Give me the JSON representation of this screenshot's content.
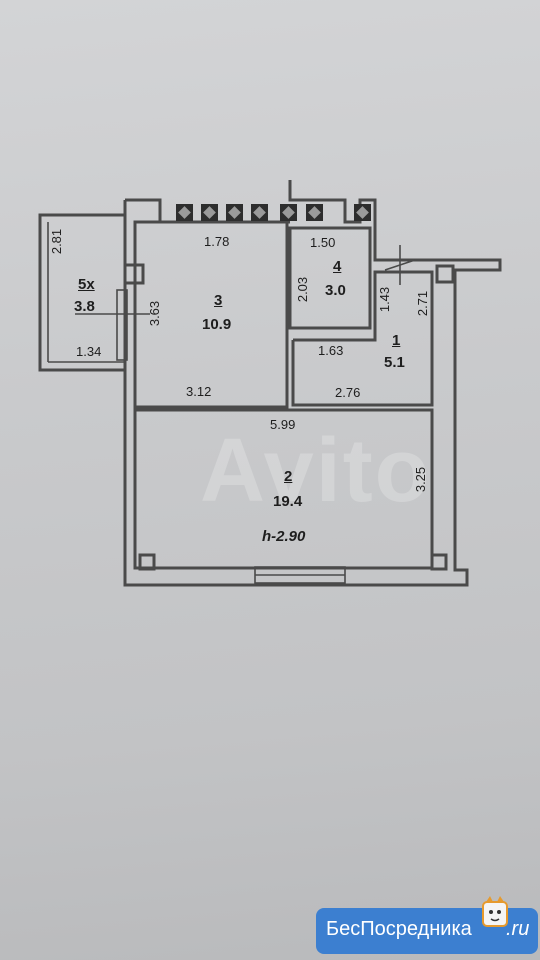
{
  "rooms": [
    {
      "number": "1",
      "area": "5.1"
    },
    {
      "number": "2",
      "area": "19.4"
    },
    {
      "number": "3",
      "area": "10.9"
    },
    {
      "number": "4",
      "area": "3.0"
    },
    {
      "number": "5х",
      "area": "3.8"
    }
  ],
  "dimensions": {
    "balcony_height": "2.81",
    "balcony_width": "1.34",
    "kitchen_top": "1.78",
    "kitchen_height": "3.63",
    "kitchen_bottom": "3.12",
    "bath_top": "1.50",
    "bath_height": "2.03",
    "hall_height_left": "1.43",
    "hall_height_right": "2.71",
    "hall_mid": "1.63",
    "hall_bottom": "2.76",
    "living_width": "5.99",
    "living_height": "3.25"
  },
  "ceiling_height": "h-2.90",
  "watermark": "Avito",
  "banner": {
    "text": "БесПосредника",
    "suffix": ".ru"
  },
  "colors": {
    "banner": "#3c7fd0",
    "wall": "#4a4a4a"
  }
}
